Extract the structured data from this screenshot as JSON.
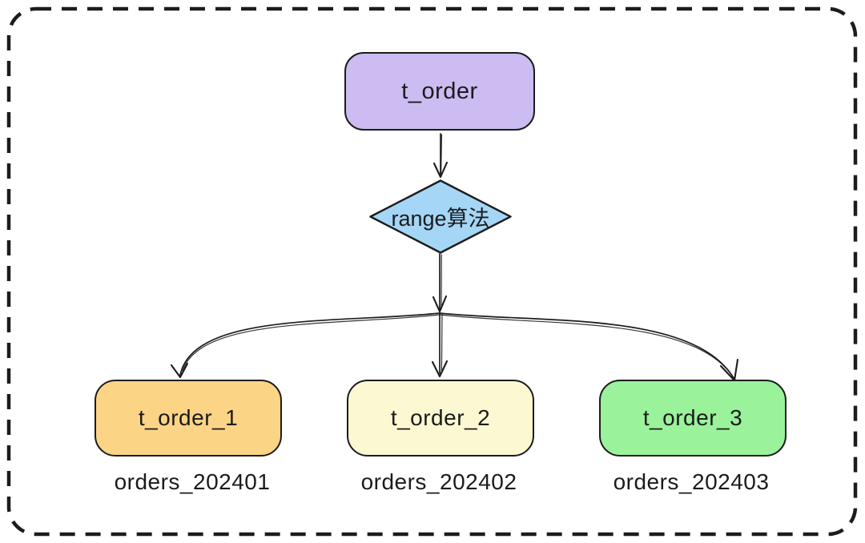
{
  "diagram": {
    "background": "#ffffff",
    "border_color": "#1c1c1c",
    "stroke_color": "#1c1c1c",
    "root_table": {
      "label": "t_order",
      "fill": "#cdbcf2"
    },
    "algorithm": {
      "label": "range算法",
      "fill": "#a5d6f6"
    },
    "shards": [
      {
        "label": "t_order_1",
        "sublabel": "orders_202401",
        "fill": "#fbd486"
      },
      {
        "label": "t_order_2",
        "sublabel": "orders_202402",
        "fill": "#fbf8d2"
      },
      {
        "label": "t_order_3",
        "sublabel": "orders_202403",
        "fill": "#9af29b"
      }
    ]
  }
}
